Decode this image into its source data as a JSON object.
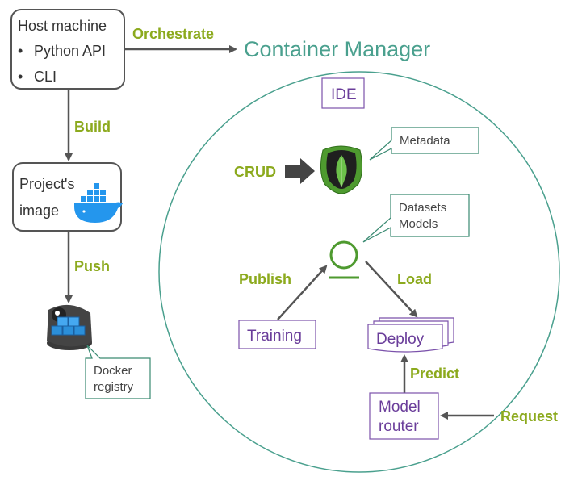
{
  "host": {
    "title": "Host machine",
    "items": [
      "Python API",
      "CLI"
    ]
  },
  "container_manager": {
    "title": "Container Manager"
  },
  "project_image": {
    "line1": "Project's",
    "line2": "image"
  },
  "edges": {
    "orchestrate": "Orchestrate",
    "build": "Build",
    "push": "Push",
    "crud": "CRUD",
    "publish": "Publish",
    "load": "Load",
    "predict": "Predict",
    "request": "Request"
  },
  "docker_registry": {
    "line1": "Docker",
    "line2": "registry"
  },
  "ide": {
    "label": "IDE"
  },
  "metadata": {
    "label": "Metadata"
  },
  "storage": {
    "line1": "Datasets",
    "line2": "Models"
  },
  "training": {
    "label": "Training"
  },
  "deploy": {
    "label": "Deploy"
  },
  "model_router": {
    "line1": "Model",
    "line2": "router"
  },
  "colors": {
    "green_label": "#8caa1e",
    "teal": "#4aa08e",
    "purple": "#6a3d9a",
    "arrow": "#555555",
    "mongo_green": "#4e9a2f",
    "docker_blue": "#2496ed"
  },
  "icons": [
    "docker-whale-icon",
    "docker-registry-icon",
    "mongodb-leaf-icon",
    "storage-node-icon"
  ]
}
